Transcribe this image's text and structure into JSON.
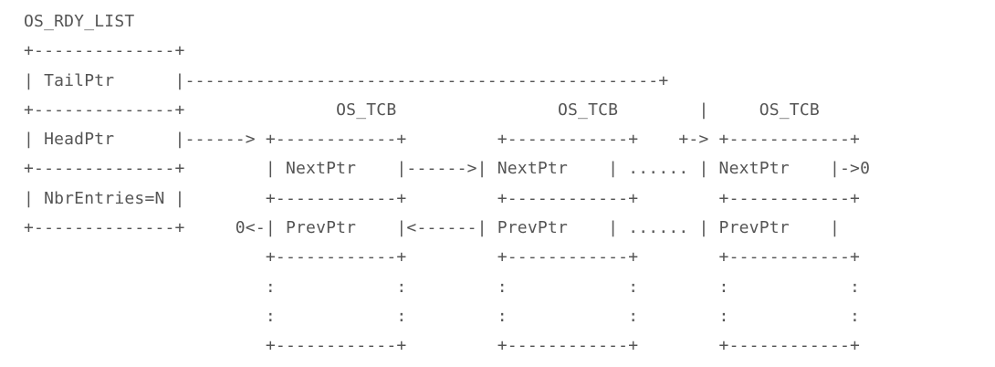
{
  "diagram": {
    "lines": [
      "OS_RDY_LIST",
      "+--------------+",
      "| TailPtr      |-----------------------------------------------+",
      "+--------------+               OS_TCB                OS_TCB        |     OS_TCB",
      "| HeadPtr      |------> +------------+         +------------+    +-> +------------+",
      "+--------------+        | NextPtr    |------>| NextPtr    | ...... | NextPtr    |->0",
      "| NbrEntries=N |        +------------+         +------------+        +------------+",
      "+--------------+     0<-| PrevPtr    |<------| PrevPtr    | ...... | PrevPtr    |",
      "                        +------------+         +------------+        +------------+",
      "                        :            :         :            :        :            :",
      "                        :            :         :            :        :            :",
      "                        +------------+         +------------+        +------------+"
    ]
  }
}
